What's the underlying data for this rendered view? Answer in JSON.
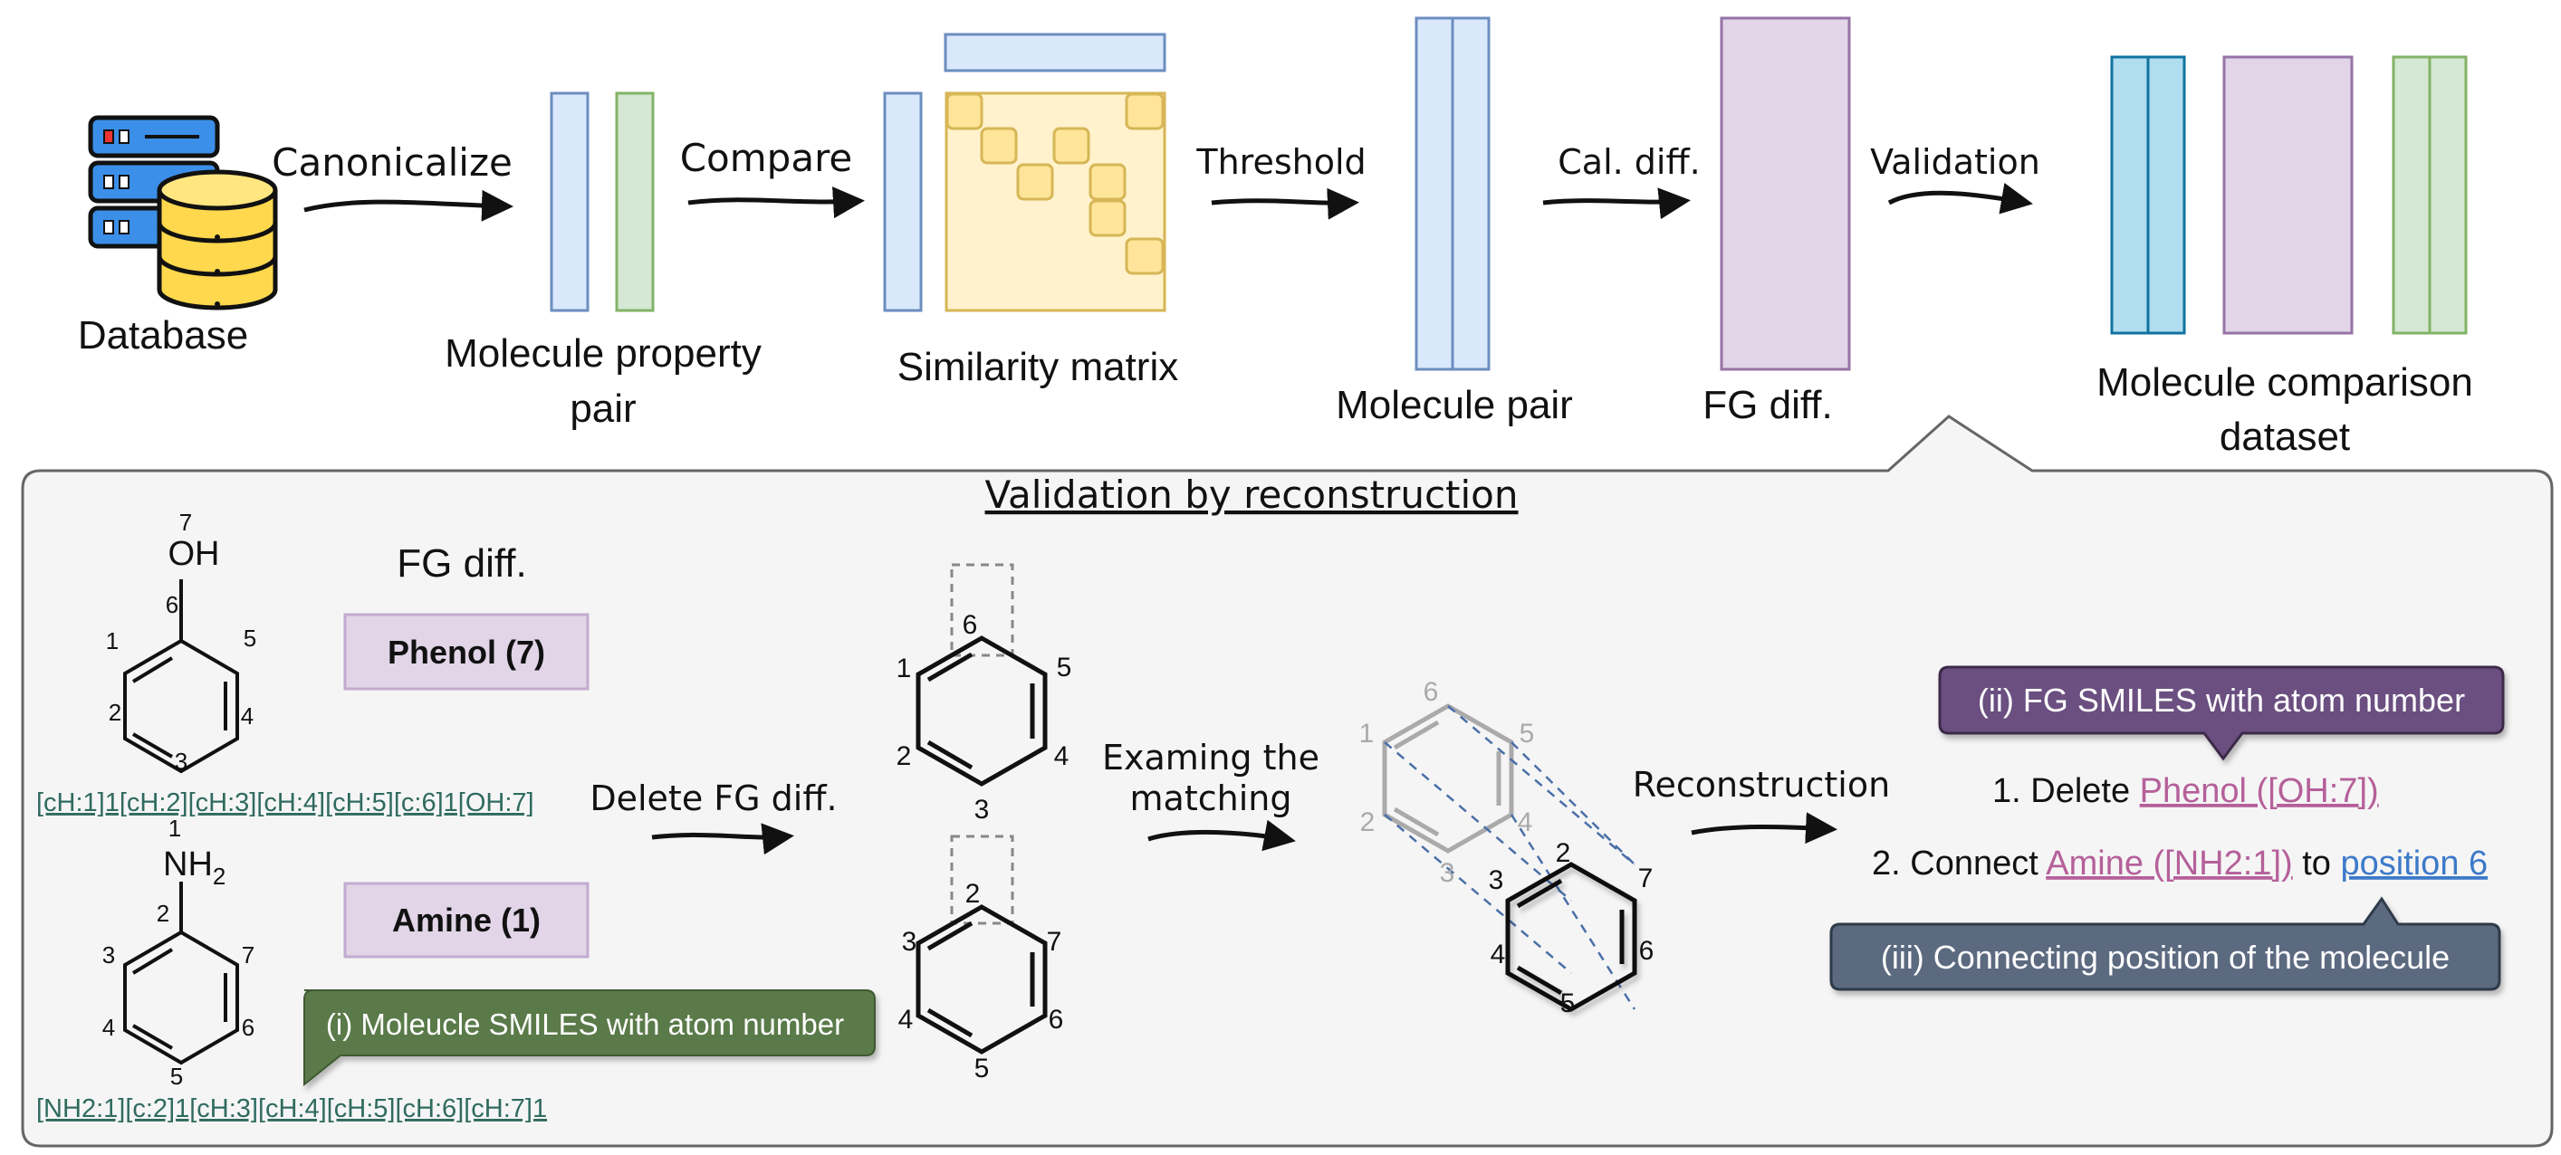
{
  "pipeline": {
    "nodes": {
      "database": "Database",
      "property_pair_line1": "Molecule property",
      "property_pair_line2": "pair",
      "similarity_matrix": "Similarity matrix",
      "molecule_pair": "Molecule pair",
      "fg_diff": "FG diff.",
      "dataset_line1": "Molecule comparison",
      "dataset_line2": "dataset"
    },
    "steps": {
      "canonicalize": "Canonicalize",
      "compare": "Compare",
      "threshold": "Threshold",
      "cal_diff": "Cal. diff.",
      "validation": "Validation"
    }
  },
  "validation": {
    "title": "Validation by reconstruction",
    "fg_diff_heading": "FG diff.",
    "phenol_label": "Phenol (7)",
    "amine_label": "Amine (1)",
    "phenol_smiles": "[cH:1]1[cH:2][cH:3][cH:4][cH:5][c:6]1[OH:7]",
    "amine_smiles": "[NH2:1][c:2]1[cH:3][cH:4][cH:5][cH:6][cH:7]1",
    "oh_group": "OH",
    "nh2_group": "NH",
    "nh2_sub": "2",
    "phenol_numbers": [
      "7",
      "6",
      "5",
      "1",
      "2",
      "4",
      "3"
    ],
    "amine_numbers": [
      "1",
      "2",
      "3",
      "7",
      "4",
      "6",
      "5"
    ],
    "mid_top_numbers": [
      "6",
      "1",
      "5",
      "2",
      "4",
      "3"
    ],
    "mid_bottom_numbers": [
      "2",
      "3",
      "7",
      "4",
      "6",
      "5"
    ],
    "overlay_back_numbers": [
      "6",
      "1",
      "5",
      "2",
      "4",
      "3"
    ],
    "overlay_front_numbers": [
      "2",
      "3",
      "7",
      "4",
      "6",
      "5"
    ],
    "delete_step": "Delete FG diff.",
    "examine_step_line1": "Examing the",
    "examine_step_line2": "matching",
    "reconstruction_step": "Reconstruction",
    "callout_i": "(i) Moleucle SMILES with atom number",
    "callout_ii": "(ii) FG SMILES with atom number",
    "callout_iii": "(iii) Connecting position of the molecule",
    "instruction1_prefix": "1. Delete ",
    "instruction1_link": "Phenol ([OH:7])",
    "instruction2_prefix": "2. Connect ",
    "instruction2_link": "Amine ([NH2:1])",
    "instruction2_mid": " to ",
    "instruction2_link2": "position 6"
  },
  "colors": {
    "blue_fill": "#dae8fc",
    "blue_stroke": "#6c8ebf",
    "green_fill": "#d5e8d4",
    "green_stroke": "#82b366",
    "yellow_fill": "#fff2cc",
    "yellow_stroke": "#d6b656",
    "purple_fill": "#e1d5e7",
    "purple_stroke": "#9673a6",
    "teal_fill": "#b1ddf0",
    "teal_stroke": "#10739e",
    "callout_green": "#5a7a4a",
    "callout_purple": "#6b4f80",
    "callout_slate": "#5b6b80",
    "smiles_teal": "#2f6b5e",
    "link_pink": "#b5609a",
    "link_blue": "#3d7ac9"
  }
}
